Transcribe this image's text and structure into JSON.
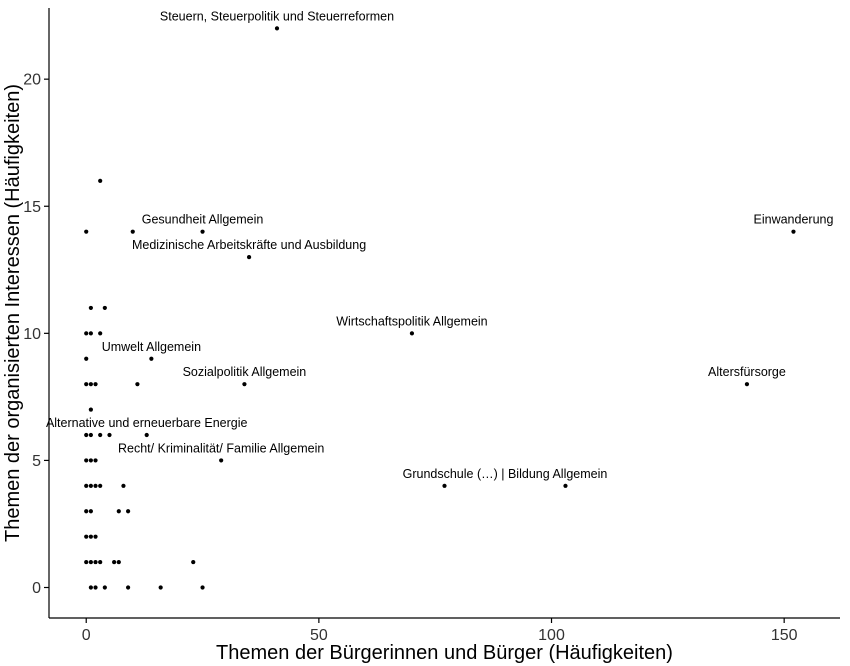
{
  "chart_data": {
    "type": "scatter",
    "title": "",
    "xlabel": "Themen der Bürgerinnen und Bürger (Häufigkeiten)",
    "ylabel": "Themen der organisierten Interessen (Häufigkeiten)",
    "xlim": [
      -8,
      162
    ],
    "ylim": [
      -1.2,
      22.8
    ],
    "xticks": [
      0,
      50,
      100,
      150
    ],
    "yticks": [
      0,
      5,
      10,
      15,
      20
    ],
    "grid": false,
    "colors": {
      "points": "#000000",
      "axes": "#000000",
      "tick_labels": "#333333"
    },
    "points": [
      {
        "x": 41,
        "y": 22,
        "label": "Steuern, Steuerpolitik und Steuerreformen"
      },
      {
        "x": 25,
        "y": 14,
        "label": "Gesundheit Allgemein"
      },
      {
        "x": 35,
        "y": 13,
        "label": "Medizinische Arbeitskräfte und Ausbildung"
      },
      {
        "x": 152,
        "y": 14,
        "label": "Einwanderung"
      },
      {
        "x": 70,
        "y": 10,
        "label": "Wirtschaftspolitik Allgemein"
      },
      {
        "x": 14,
        "y": 9,
        "label": "Umwelt Allgemein"
      },
      {
        "x": 34,
        "y": 8,
        "label": "Sozialpolitik Allgemein"
      },
      {
        "x": 142,
        "y": 8,
        "label": "Altersfürsorge"
      },
      {
        "x": 13,
        "y": 6,
        "label": "Alternative und erneuerbare Energie"
      },
      {
        "x": 29,
        "y": 5,
        "label": "Recht/ Kriminalität/ Familie Allgemein"
      },
      {
        "x": 77,
        "y": 4,
        "label": "Grundschule (…)"
      },
      {
        "x": 103,
        "y": 4,
        "label": "Bildung Allgemein"
      },
      {
        "x": 3,
        "y": 16
      },
      {
        "x": 0,
        "y": 14
      },
      {
        "x": 10,
        "y": 14
      },
      {
        "x": 1,
        "y": 11
      },
      {
        "x": 4,
        "y": 11
      },
      {
        "x": 0,
        "y": 10
      },
      {
        "x": 1,
        "y": 10
      },
      {
        "x": 3,
        "y": 10
      },
      {
        "x": 0,
        "y": 9
      },
      {
        "x": 0,
        "y": 8
      },
      {
        "x": 1,
        "y": 8
      },
      {
        "x": 2,
        "y": 8
      },
      {
        "x": 11,
        "y": 8
      },
      {
        "x": 1,
        "y": 7
      },
      {
        "x": 0,
        "y": 6
      },
      {
        "x": 1,
        "y": 6
      },
      {
        "x": 3,
        "y": 6
      },
      {
        "x": 5,
        "y": 6
      },
      {
        "x": 0,
        "y": 5
      },
      {
        "x": 1,
        "y": 5
      },
      {
        "x": 2,
        "y": 5
      },
      {
        "x": 0,
        "y": 4
      },
      {
        "x": 1,
        "y": 4
      },
      {
        "x": 2,
        "y": 4
      },
      {
        "x": 3,
        "y": 4
      },
      {
        "x": 8,
        "y": 4
      },
      {
        "x": 0,
        "y": 3
      },
      {
        "x": 1,
        "y": 3
      },
      {
        "x": 7,
        "y": 3
      },
      {
        "x": 9,
        "y": 3
      },
      {
        "x": 0,
        "y": 2
      },
      {
        "x": 1,
        "y": 2
      },
      {
        "x": 2,
        "y": 2
      },
      {
        "x": 0,
        "y": 1
      },
      {
        "x": 1,
        "y": 1
      },
      {
        "x": 2,
        "y": 1
      },
      {
        "x": 3,
        "y": 1
      },
      {
        "x": 6,
        "y": 1
      },
      {
        "x": 7,
        "y": 1
      },
      {
        "x": 23,
        "y": 1
      },
      {
        "x": 1,
        "y": 0
      },
      {
        "x": 2,
        "y": 0
      },
      {
        "x": 4,
        "y": 0
      },
      {
        "x": 9,
        "y": 0
      },
      {
        "x": 16,
        "y": 0
      },
      {
        "x": 25,
        "y": 0
      }
    ],
    "annotations": [
      {
        "text": "Steuern, Steuerpolitik und Steuerreformen",
        "x": 41,
        "y": 22
      },
      {
        "text": "Gesundheit Allgemein",
        "x": 25,
        "y": 14
      },
      {
        "text": "Medizinische Arbeitskräfte und Ausbildung",
        "x": 35,
        "y": 13
      },
      {
        "text": "Einwanderung",
        "x": 152,
        "y": 14
      },
      {
        "text": "Wirtschaftspolitik Allgemein",
        "x": 70,
        "y": 10
      },
      {
        "text": "Umwelt Allgemein",
        "x": 14,
        "y": 9
      },
      {
        "text": "Sozialpolitik Allgemein",
        "x": 34,
        "y": 8
      },
      {
        "text": "Altersfürsorge",
        "x": 142,
        "y": 8
      },
      {
        "text": "Alternative und erneuerbare Energie",
        "x": 13,
        "y": 6
      },
      {
        "text": "Recht/ Kriminalität/ Familie Allgemein",
        "x": 29,
        "y": 5
      },
      {
        "text": "Grundschule (…) | Bildung Allgemein",
        "x": 90,
        "y": 4
      }
    ]
  }
}
